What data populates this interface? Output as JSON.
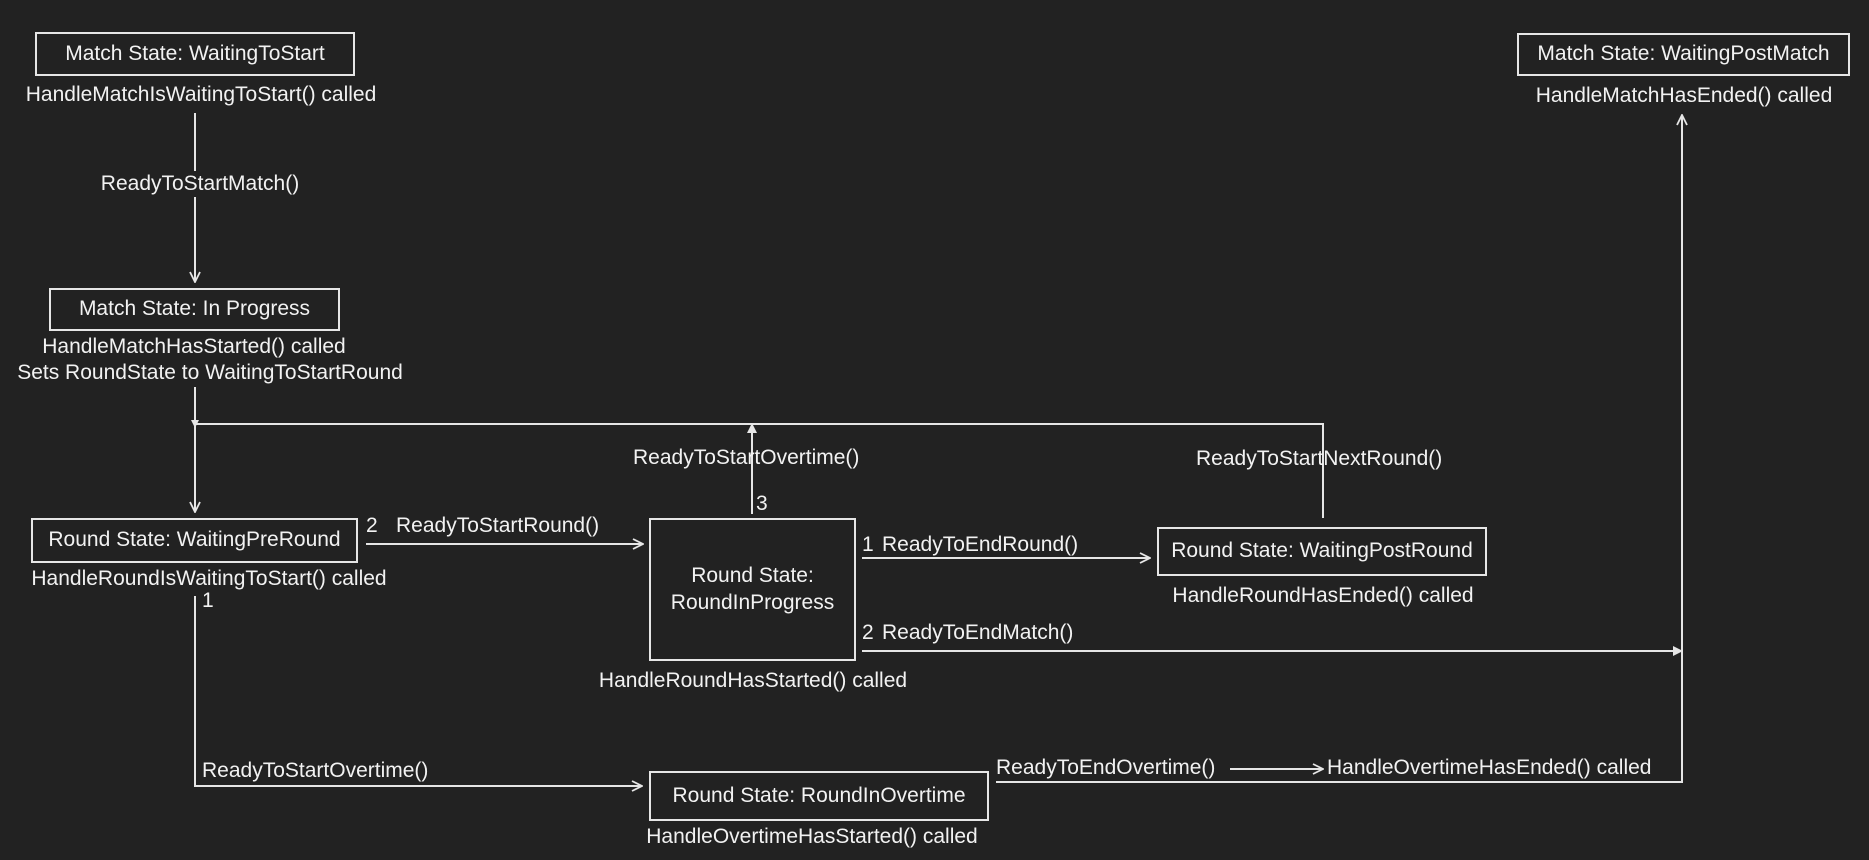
{
  "states": {
    "match_waiting_to_start": {
      "title": "Match State: WaitingToStart",
      "caption": "HandleMatchIsWaitingToStart() called"
    },
    "match_in_progress": {
      "title": "Match State: In Progress",
      "caption_line1": "HandleMatchHasStarted() called",
      "caption_line2": "Sets RoundState to WaitingToStartRound"
    },
    "match_waiting_post_match": {
      "title": "Match State: WaitingPostMatch",
      "caption": "HandleMatchHasEnded() called"
    },
    "round_waiting_pre_round": {
      "title": "Round State: WaitingPreRound",
      "caption": "HandleRoundIsWaitingToStart() called"
    },
    "round_in_progress": {
      "title_line1": "Round State:",
      "title_line2": "RoundInProgress",
      "caption": "HandleRoundHasStarted() called"
    },
    "round_waiting_post_round": {
      "title": "Round State: WaitingPostRound",
      "caption": "HandleRoundHasEnded() called"
    },
    "round_in_overtime": {
      "title": "Round State: RoundInOvertime",
      "caption": "HandleOvertimeHasStarted() called"
    }
  },
  "transitions": {
    "ready_to_start_match": "ReadyToStartMatch()",
    "ready_to_start_overtime_top": "ReadyToStartOvertime()",
    "ready_to_start_next_round": "ReadyToStartNextRound()",
    "ready_to_start_round": "ReadyToStartRound()",
    "ready_to_end_round": "ReadyToEndRound()",
    "ready_to_end_match": "ReadyToEndMatch()",
    "ready_to_start_overtime_bottom": "ReadyToStartOvertime()",
    "ready_to_end_overtime": "ReadyToEndOvertime()",
    "overtime_has_ended": "HandleOvertimeHasEnded() called"
  },
  "priorities": {
    "pre_round_round": "2",
    "pre_round_overtime": "1",
    "in_progress_overtime": "3",
    "in_progress_end_round": "1",
    "in_progress_end_match": "2"
  },
  "colors": {
    "background": "#222222",
    "line": "#e6e6e6",
    "text": "#f2f2f2"
  }
}
